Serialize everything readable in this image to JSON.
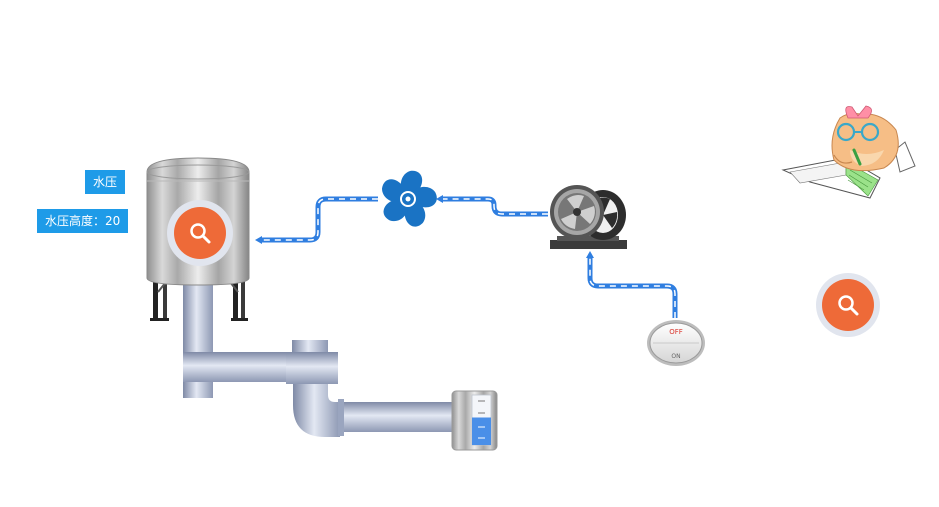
{
  "labels": {
    "pressure_tag": "水压",
    "pressure_height_prefix": "水压高度：",
    "pressure_height_value": "20"
  },
  "switch": {
    "off_label": "OFF",
    "on_label": "ON"
  },
  "tank_gauge": {
    "fill_fraction": 0.55
  },
  "flows": {
    "pipe_color": "#2f7ee0",
    "dash_color": "#ffffff"
  },
  "colors": {
    "accent": "#f0693a",
    "tag_bg": "#1e9be8",
    "fan": "#1a73c4",
    "pipe_metal": "#aab4cc"
  },
  "icons": {
    "zoom_button_tank": "search-icon",
    "zoom_button_side": "search-icon",
    "fan": "fan-icon",
    "motor": "motor-icon",
    "switch": "toggle-switch-icon",
    "mascot": "reading-cat-illustration"
  }
}
